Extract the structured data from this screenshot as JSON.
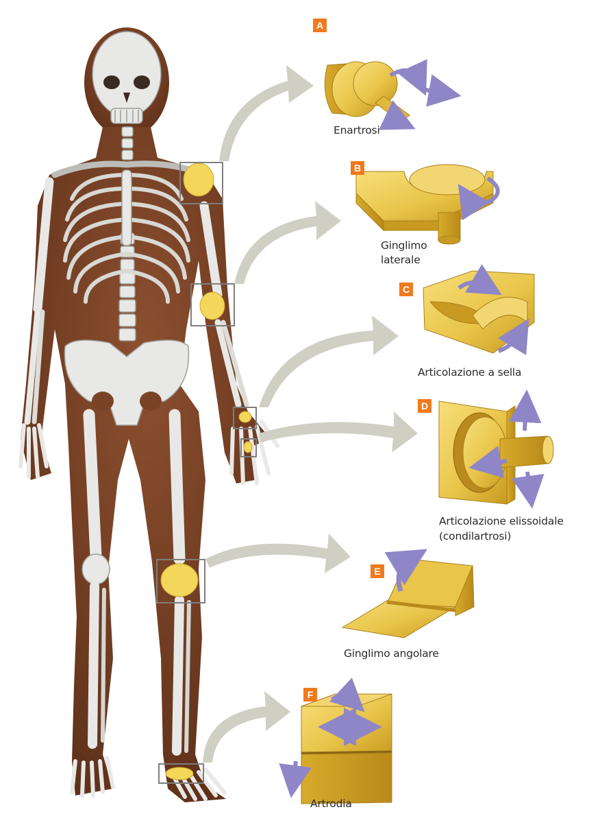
{
  "joints": [
    {
      "id": "A",
      "label": "Enartrosi",
      "detail": ""
    },
    {
      "id": "B",
      "label": "Ginglimo",
      "detail": "laterale"
    },
    {
      "id": "C",
      "label": "Articolazione a sella",
      "detail": ""
    },
    {
      "id": "D",
      "label": "Articolazione elissoidale",
      "detail": "(condilartrosi)"
    },
    {
      "id": "E",
      "label": "Ginglimo angolare",
      "detail": ""
    },
    {
      "id": "F",
      "label": "Artrodia",
      "detail": ""
    }
  ],
  "colors": {
    "skin": "#7a4326",
    "skin_dark": "#5e3019",
    "bone": "#e8e8e6",
    "bone_shadow": "#b9b9b6",
    "highlight_bone": "#f3d65a",
    "joint_model": "#e9c54a",
    "joint_model_dark": "#c79a1f",
    "motion_arrow": "#8f86c7",
    "connector_arrow": "#cfcfc4",
    "badge": "#f07a1e"
  }
}
